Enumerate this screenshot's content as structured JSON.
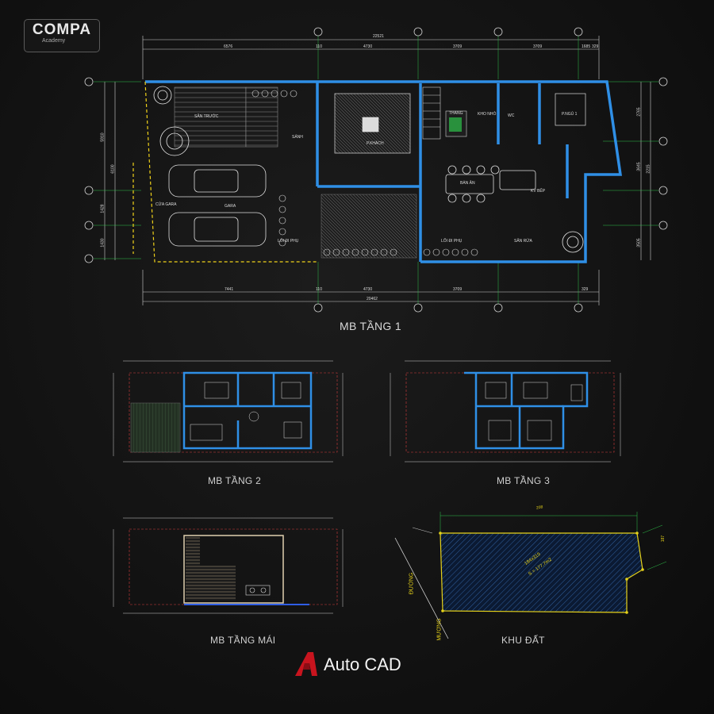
{
  "logo": {
    "name": "COMPA",
    "sub": "Academy"
  },
  "plans": {
    "tang1": {
      "title": "MB TẦNG 1",
      "rooms": {
        "san_truoc": "SÂN TRƯỚC",
        "sanh": "SẢNH",
        "p_khach": "P.KHÁCH",
        "thang": "THANG",
        "kho_nho": "KHO NHỎ",
        "wc": "WC",
        "p_ngu_1": "P.NGỦ 1",
        "cua_gara": "CỬA GARA",
        "gara": "GARA",
        "ban_an": "BÀN ĂN",
        "kv_bep": "KV BẾP",
        "loi_di_phu_1": "LỐI ĐI PHỤ",
        "loi_di_phu_2": "LỐI ĐI PHỤ",
        "san_rua": "SÂN RỬA"
      },
      "dims_top": {
        "total": "22521",
        "d1": "6576",
        "d2": "110",
        "d3": "4730",
        "d4": "3709",
        "d5": "3709",
        "d6": "1685",
        "d7": "329"
      },
      "dims_bottom": {
        "total": "20462",
        "d1": "7441",
        "d2": "110",
        "d3": "4730",
        "d4": "3709",
        "d5": "329"
      },
      "dims_left": {
        "d1": "5910",
        "d2": "6100",
        "d3": "1428",
        "d4": "1430"
      },
      "dims_right": {
        "d1": "2765",
        "d2": "3645",
        "d3": "2215",
        "d4": "3505"
      }
    },
    "tang2": {
      "title": "MB TẦNG 2"
    },
    "tang3": {
      "title": "MB TẦNG 3"
    },
    "tang_mai": {
      "title": "MB TẦNG MÁI"
    },
    "khu_dat": {
      "title": "KHU ĐẤT",
      "dims": {
        "top": "208",
        "right": "187",
        "area_a": "184x319",
        "area_b": "S = 177,7m2"
      },
      "street_a": "ĐƯỜNG",
      "street_b": "MƯƠNG"
    }
  },
  "brand": {
    "text": "Auto CAD"
  },
  "colors": {
    "bg": "#131313",
    "wall": "#2f8fe6",
    "line": "#d9d9d9",
    "dim_green": "#2ec24a",
    "yellow": "#e6d21a",
    "red": "#d23c3c",
    "brand_red": "#c8141e"
  }
}
